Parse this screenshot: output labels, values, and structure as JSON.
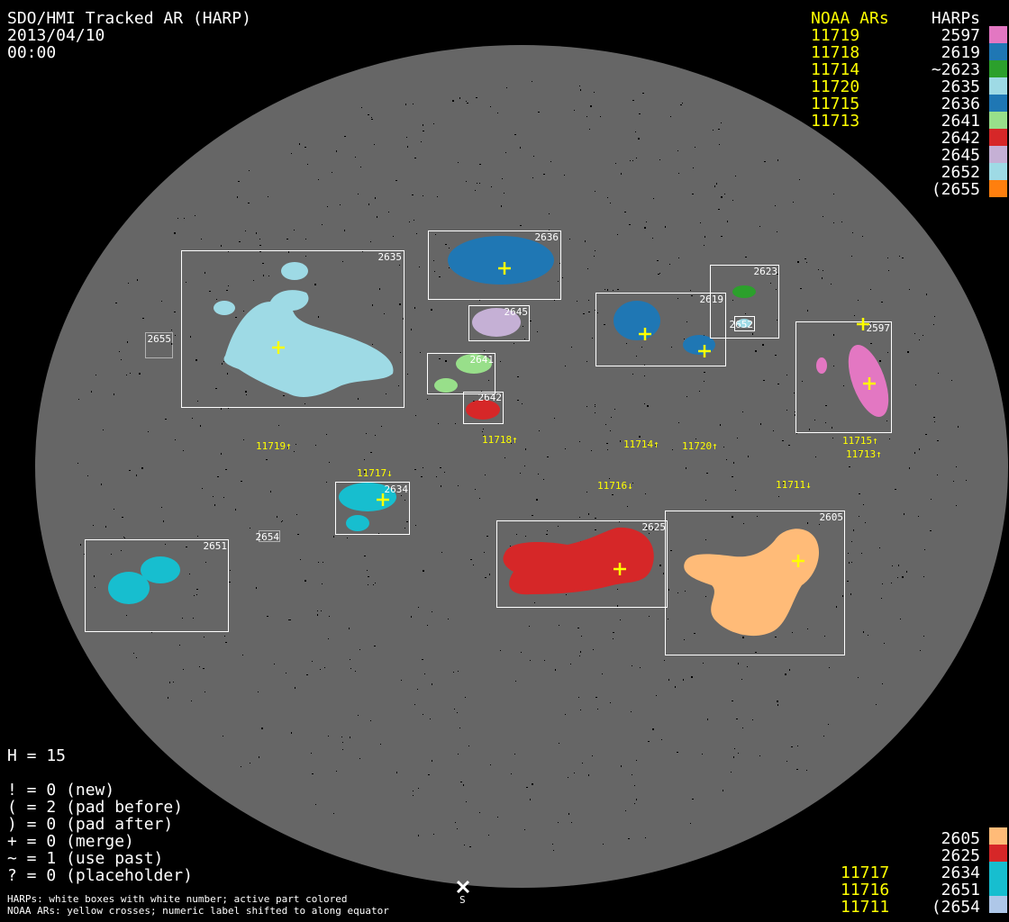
{
  "header": {
    "title": "SDO/HMI Tracked AR (HARP)",
    "date": "2013/04/10",
    "time": "00:00"
  },
  "legend_top": {
    "noaa_header": "NOAA ARs",
    "harp_header": "HARPs",
    "noaa": [
      "11719",
      "11718",
      "11714",
      "11720",
      "11715",
      "11713"
    ],
    "harps": [
      {
        "label": "2597",
        "color": "#e377c2"
      },
      {
        "label": "2619",
        "color": "#1f77b4"
      },
      {
        "label": "~2623",
        "color": "#2ca02c"
      },
      {
        "label": "2635",
        "color": "#9edae5"
      },
      {
        "label": "2636",
        "color": "#1f77b4"
      },
      {
        "label": "2641",
        "color": "#98df8a"
      },
      {
        "label": "2642",
        "color": "#d62728"
      },
      {
        "label": "2645",
        "color": "#c5b0d5"
      },
      {
        "label": "2652",
        "color": "#9edae5"
      },
      {
        "label": "(2655",
        "color": "#ff7f0e"
      }
    ]
  },
  "legend_bottom": {
    "noaa": [
      "11717",
      "11716",
      "11711"
    ],
    "harps": [
      {
        "label": "2605",
        "color": "#ffbb78"
      },
      {
        "label": "2625",
        "color": "#d62728"
      },
      {
        "label": "2634",
        "color": "#17becf"
      },
      {
        "label": "2651",
        "color": "#17becf"
      },
      {
        "label": "(2654",
        "color": "#aec7e8"
      }
    ]
  },
  "stats": {
    "h": "H = 15",
    "lines": [
      "! = 0 (new)",
      "( = 2 (pad before)",
      ") = 0 (pad after)",
      "+ = 0 (merge)",
      "~ = 1 (use past)",
      "? = 0 (placeholder)"
    ]
  },
  "footer": {
    "line1": "HARPs: white boxes with white number; active part colored",
    "line2": "NOAA ARs: yellow crosses; numeric label shifted to along equator"
  },
  "disk": {
    "south_label": "S"
  },
  "harp_boxes": {
    "b2635": "2635",
    "b2636": "2636",
    "b2645": "2645",
    "b2641": "2641",
    "b2642": "2642",
    "b2619": "2619",
    "b2623": "2623",
    "b2652": "2652",
    "b2597": "2597",
    "b2655": "2655",
    "b2634": "2634",
    "b2654": "2654",
    "b2651": "2651",
    "b2625": "2625",
    "b2605": "2605"
  },
  "equator_labels": {
    "a11719": "11719↑",
    "a11718": "11718↑",
    "a11714": "11714↑",
    "a11720": "11720↑",
    "a11715": "11715↑",
    "a11713": "11713↑",
    "a11717": "11717↓",
    "a11716": "11716↓",
    "a11711": "11711↓"
  }
}
